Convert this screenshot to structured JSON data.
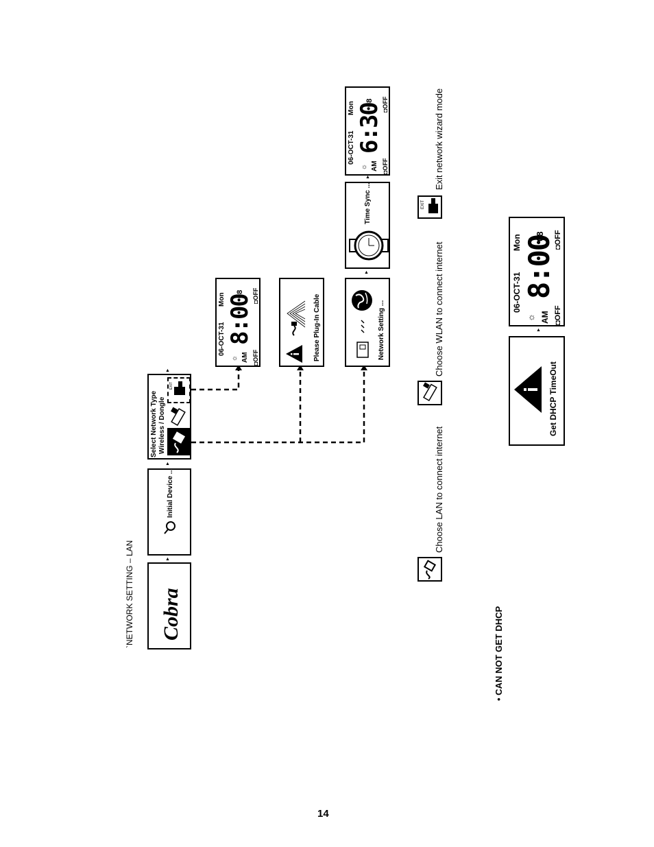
{
  "section_title": "`NETWORK SETTING – LAN",
  "bullet_heading": "• CAN NOT GET DHCP",
  "page_number": "14",
  "screens": {
    "logo": "Cobra",
    "initial_device": "Initial Device ...",
    "select_network": {
      "line1": "Select Network Type",
      "line2": "Wireless / Dongle"
    },
    "exit_label": "EXIT",
    "plug_in_cable": "Please Plug-In Cable",
    "network_setting": "Network Setting ...",
    "time_sync": "Time Sync ...",
    "dhcp_timeout": "Get DHCP TimeOut"
  },
  "clock_main": {
    "date": "06-OCT-31",
    "day": "Mon",
    "time": "8:00",
    "seconds": "08",
    "ampm": "AM",
    "alarm1": "OFF",
    "alarm2": "OFF"
  },
  "clock_synced": {
    "date": "06-OCT-31",
    "day": "Mon",
    "time": "6:30",
    "seconds": "08",
    "ampm": "AM",
    "alarm1": "OFF",
    "alarm2": "OFF"
  },
  "clock_dhcp": {
    "date": "06-OCT-31",
    "day": "Mon",
    "time": "8:00",
    "seconds": "08",
    "ampm": "AM",
    "alarm1": "OFF",
    "alarm2": "OFF"
  },
  "legend": {
    "lan": "Choose LAN to connect internet",
    "wlan": "Choose WLAN to connect internet",
    "exit": "Exit network wizard mode",
    "exit_icon_label": "EXIT"
  }
}
